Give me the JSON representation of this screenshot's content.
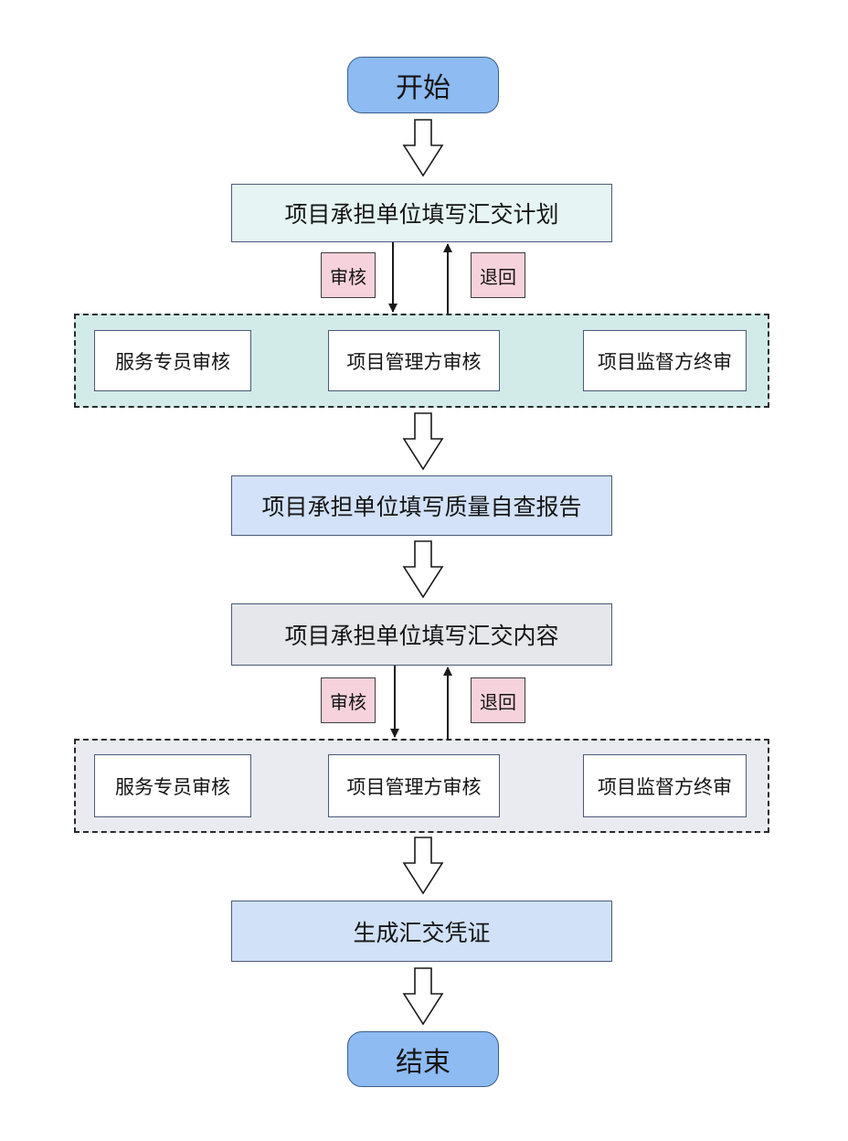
{
  "start": {
    "label": "开始"
  },
  "stage1": {
    "title": "项目承担单位填写汇交计划",
    "approve_tag": "审核",
    "return_tag": "退回",
    "review_steps": [
      "服务专员审核",
      "项目管理方审核",
      "项目监督方终审"
    ]
  },
  "stage2": {
    "title": "项目承担单位填写质量自查报告"
  },
  "stage3": {
    "title": "项目承担单位填写汇交内容",
    "approve_tag": "审核",
    "return_tag": "退回",
    "review_steps": [
      "服务专员审核",
      "项目管理方审核",
      "项目监督方终审"
    ]
  },
  "stage4": {
    "title": "生成汇交凭证"
  },
  "end": {
    "label": "结束"
  },
  "colors": {
    "terminal_fill": "#8dbbf2",
    "review_group_1_fill": "#d2ebe8",
    "review_group_2_fill": "#e9ebf1",
    "tag_fill": "#f6d2dc"
  }
}
